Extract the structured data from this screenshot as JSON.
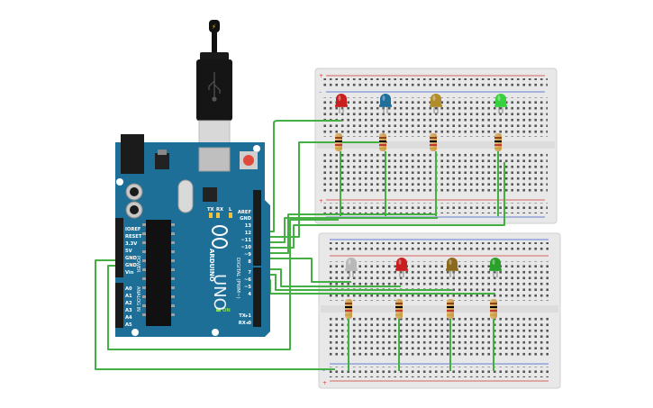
{
  "arduino": {
    "brand": "ARDUINO",
    "model": "UNO",
    "labels": {
      "aref": "AREF",
      "gnd_top": "GND",
      "d13": "13",
      "d12": "12",
      "d11": "~11",
      "d10": "~10",
      "d9": "~9",
      "d8": "8",
      "d7": "7",
      "d6": "~6",
      "d5": "~5",
      "d4": "4",
      "tx": "TX▸1",
      "rx": "RX◂0",
      "ioref": "IOREF",
      "reset": "RESET",
      "v33": "3.3V",
      "v5": "5V",
      "gnd1": "GND",
      "gnd2": "GND",
      "vin": "Vin",
      "a0": "A0",
      "a1": "A1",
      "a2": "A2",
      "a3": "A3",
      "a4": "A4",
      "a5": "A5",
      "power": "POWER",
      "analog_in": "ANALOG IN",
      "digital": "DIGITAL (PWM~)",
      "led_l": "L",
      "tx_led": "TX",
      "rx_led": "RX",
      "on": "ON"
    }
  },
  "breadboard_top": {
    "leds": [
      {
        "color": "#c81e1e"
      },
      {
        "color": "#1f6e9c"
      },
      {
        "color": "#b08d2a"
      },
      {
        "color": "#36d13c"
      }
    ]
  },
  "breadboard_bottom": {
    "leds": [
      {
        "color": "#b8b8b8"
      },
      {
        "color": "#c81e1e"
      },
      {
        "color": "#8b6a1e"
      },
      {
        "color": "#2aa12a"
      }
    ]
  },
  "colors": {
    "board": "#1e6f97",
    "breadboard": "#e9e9e9",
    "wire": "#44b044",
    "rail_red": "#d03a3a",
    "rail_blue": "#3a5fc8"
  }
}
